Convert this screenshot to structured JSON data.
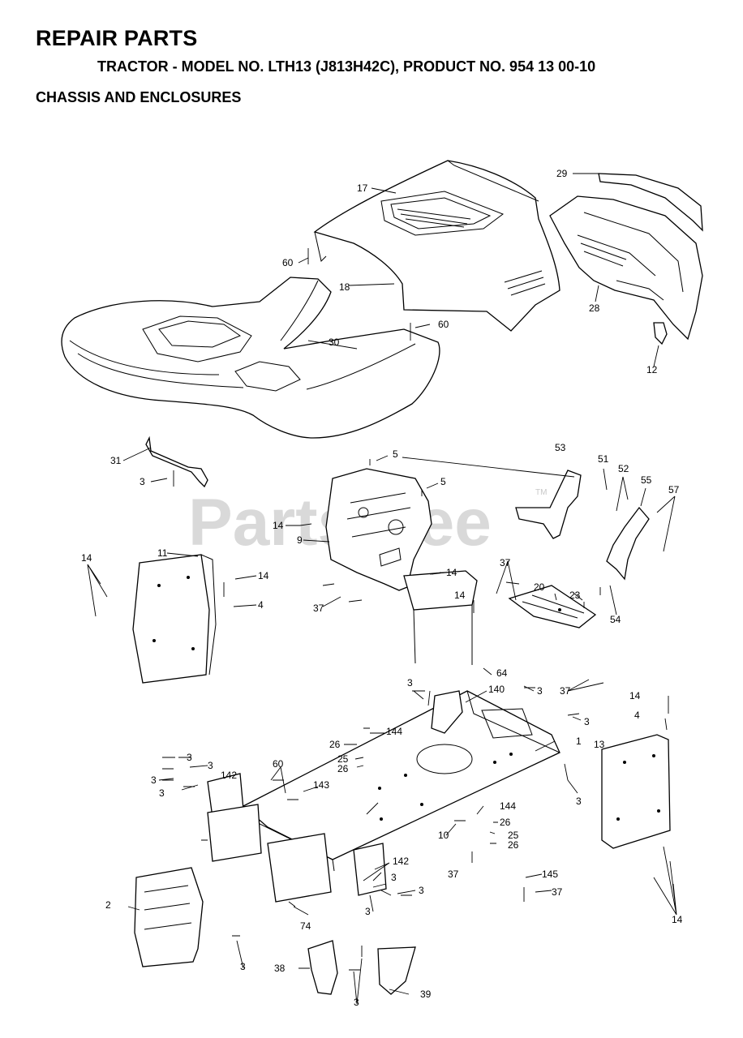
{
  "header": {
    "title": "REPAIR PARTS",
    "subtitle": "TRACTOR - MODEL NO. LTH13 (J813H42C), PRODUCT NO. 954 13 00-10",
    "section": "CHASSIS AND ENCLOSURES"
  },
  "watermark": {
    "text": "PartsTree",
    "tm": "TM"
  },
  "callouts": {
    "c17": "17",
    "c29": "29",
    "c60a": "60",
    "c18": "18",
    "c28": "28",
    "c60b": "60",
    "c30": "30",
    "c12": "12",
    "c31": "31",
    "c3a": "3",
    "c5a": "5",
    "c5b": "5",
    "c53": "53",
    "c51": "51",
    "c52": "52",
    "c55": "55",
    "c57": "57",
    "c14a": "14",
    "c9": "9",
    "c11": "11",
    "c14b": "14",
    "c14c": "14",
    "c4a": "4",
    "c37a": "37",
    "c14d": "14",
    "c37b": "37",
    "c20": "20",
    "c14e": "14",
    "c23": "23",
    "c54": "54",
    "c64": "64",
    "c37c": "37",
    "c3b": "3",
    "c140": "140",
    "c3c": "3",
    "c3d": "3",
    "c14f": "14",
    "c4b": "4",
    "c144a": "144",
    "c1": "1",
    "c13": "13",
    "c26a": "26",
    "c25a": "25",
    "c26b": "26",
    "c3e": "3",
    "c3f": "3",
    "c60c": "60",
    "c3g": "3",
    "c3h": "3",
    "c142a": "142",
    "c143": "143",
    "c3i": "3",
    "c144b": "144",
    "c26c": "26",
    "c10": "10",
    "c25b": "25",
    "c26d": "26",
    "c142b": "142",
    "c3j": "3",
    "c37d": "37",
    "c145": "145",
    "c3k": "3",
    "c37e": "37",
    "c3l": "3",
    "c2": "2",
    "c74": "74",
    "c3m": "3",
    "c14g": "14",
    "c38": "38",
    "c3n": "3",
    "c39": "39"
  }
}
